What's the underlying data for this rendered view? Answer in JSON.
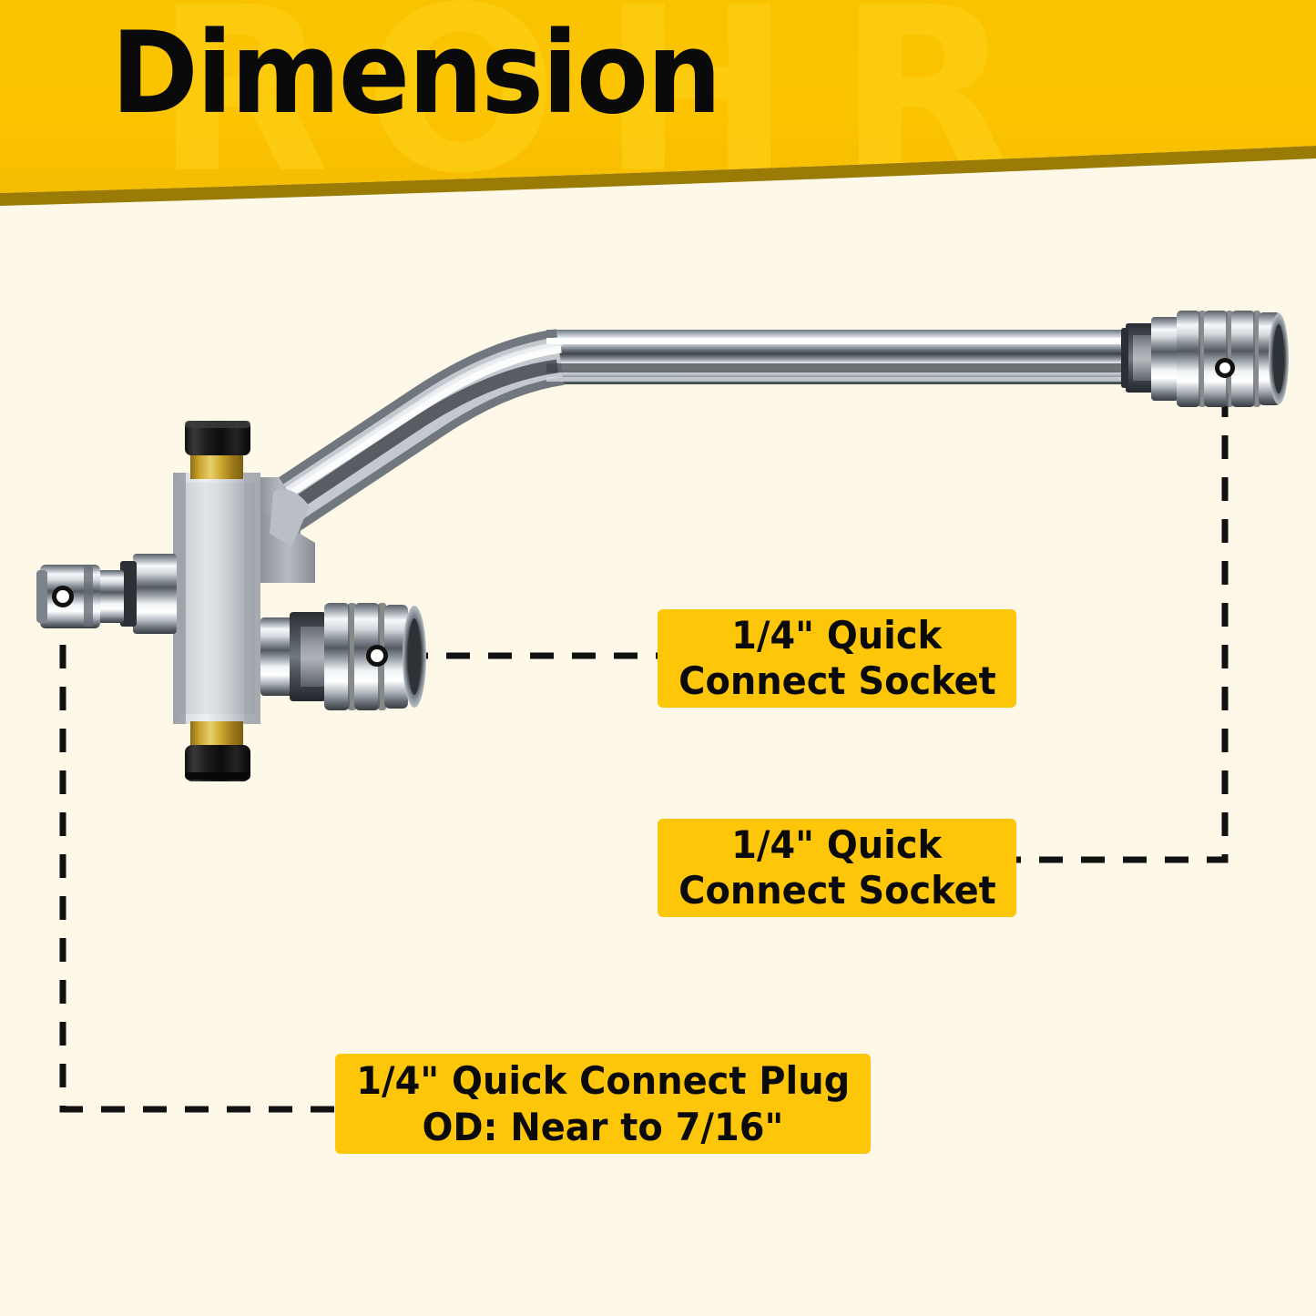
{
  "header": {
    "title": "Dimension",
    "banner_color": "#FCC200",
    "banner_edge_color": "#9a7b06",
    "watermark_text": "RH"
  },
  "page": {
    "background_color": "#FDF8E7"
  },
  "callouts": [
    {
      "id": "socket-body",
      "lines": [
        "1/4\" Quick",
        "Connect Socket"
      ],
      "box_color": "#FDC608",
      "text_color": "#0A0A0A",
      "points_to": "valve-body-quick-connect-socket"
    },
    {
      "id": "socket-tube",
      "lines": [
        "1/4\" Quick",
        "Connect Socket"
      ],
      "box_color": "#FDC608",
      "text_color": "#0A0A0A",
      "points_to": "lance-tube-quick-connect-socket"
    },
    {
      "id": "plug",
      "lines": [
        "1/4\" Quick Connect Plug",
        "OD: Near to 7/16\""
      ],
      "box_color": "#FDC608",
      "text_color": "#0A0A0A",
      "points_to": "inlet-quick-connect-plug"
    }
  ],
  "product": {
    "name": "pressure-washer-dual-outlet-lance",
    "parts": [
      {
        "name": "inlet-quick-connect-plug",
        "material": "chrome"
      },
      {
        "name": "valve-body-block",
        "material": "aluminum"
      },
      {
        "name": "valve-body-quick-connect-socket",
        "material": "chrome"
      },
      {
        "name": "top-thumb-cap",
        "material": "black-brass"
      },
      {
        "name": "bottom-thumb-cap",
        "material": "black-brass"
      },
      {
        "name": "bent-lance-tube",
        "material": "chrome"
      },
      {
        "name": "lance-tube-hex-nut",
        "material": "chrome"
      },
      {
        "name": "lance-tube-quick-connect-socket",
        "material": "chrome"
      }
    ]
  },
  "colors": {
    "banner_yellow": "#FCC200",
    "callout_yellow": "#FDC608",
    "background_cream": "#FDF8E7",
    "leader_line": "#111111",
    "chrome_light": "#F2F4F6",
    "chrome_dark": "#4A4F55",
    "brass": "#C9A227",
    "black_cap": "#171717",
    "aluminum": "#C9CDD2"
  }
}
